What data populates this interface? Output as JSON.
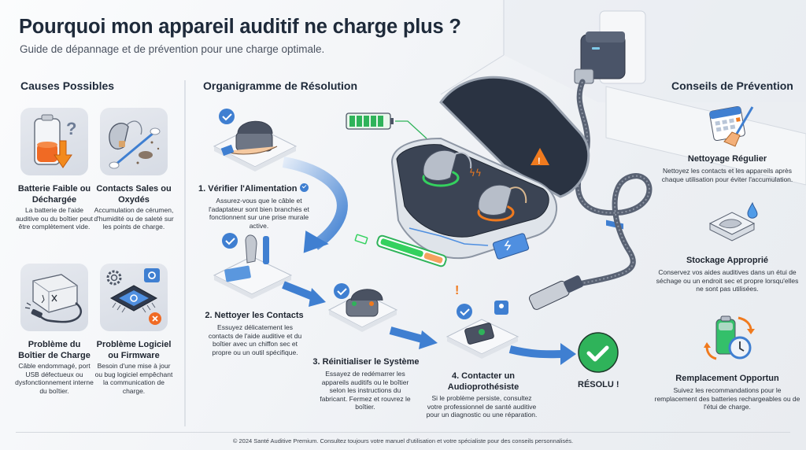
{
  "header": {
    "title": "Pourquoi mon appareil auditif ne charge plus ?",
    "subtitle": "Guide de dépannage et de prévention pour une charge optimale."
  },
  "causes": {
    "heading": "Causes Possibles",
    "items": [
      {
        "icon": "low-battery-icon",
        "title": "Batterie Faible ou Déchargée",
        "description": "La batterie de l'aide auditive ou du boîtier peut être complètement vide."
      },
      {
        "icon": "dirty-contacts-icon",
        "title": "Contacts Sales ou Oxydés",
        "description": "Accumulation de cérumen, d'humidité ou de saleté sur les points de charge."
      },
      {
        "icon": "charging-case-cable-icon",
        "title": "Problème du Boîtier de Charge",
        "description": "Câble endommagé, port USB défectueux ou dysfonctionnement interne du boîtier."
      },
      {
        "icon": "firmware-chip-icon",
        "title": "Problème Logiciel ou Firmware",
        "description": "Besoin d'une mise à jour ou bug logiciel empêchant la communication de charge."
      }
    ]
  },
  "flowchart": {
    "heading": "Organigramme de Résolution",
    "steps": [
      {
        "number": "1",
        "title": "1. Vérifier l'Alimentation",
        "description": "Assurez-vous que le câble et l'adaptateur sont bien branchés et fonctionnent sur une prise murale active."
      },
      {
        "number": "2",
        "title": "2. Nettoyer les Contacts",
        "description": "Essuyez délicatement les contacts de l'aide auditive et du boîtier avec un chiffon sec et propre ou un outil spécifique."
      },
      {
        "number": "3",
        "title": "3. Réinitialiser le Système",
        "description": "Essayez de redémarrer les appareils auditifs ou le boîtier selon les instructions du fabricant. Fermez et rouvrez le boîtier."
      },
      {
        "number": "4",
        "title": "4. Contacter un Audioprothésiste",
        "description": "Si le problème persiste, consultez votre professionnel de santé auditive pour un diagnostic ou une réparation."
      }
    ],
    "result_label": "RÉSOLU !"
  },
  "prevention": {
    "heading": "Conseils de Prévention",
    "items": [
      {
        "icon": "calendar-broom-icon",
        "title": "Nettoyage Régulier",
        "description": "Nettoyez les contacts et les appareils après chaque utilisation pour éviter l'accumulation."
      },
      {
        "icon": "drying-case-icon",
        "title": "Stockage Approprié",
        "description": "Conservez vos aides auditives dans un étui de séchage ou un endroit sec et propre lorsqu'elles ne sont pas utilisées."
      },
      {
        "icon": "battery-clock-icon",
        "title": "Remplacement Opportun",
        "description": "Suivez les recommandations pour le remplacement des batteries rechargeables ou de l'étui de charge."
      }
    ]
  },
  "footer": {
    "text": "© 2024 Santé Auditive Premium. Consultez toujours votre manuel d'utilisation et votre spécialiste pour des conseils personnalisés."
  },
  "colors": {
    "title": "#1e2a3a",
    "accent_blue": "#3f7fd1",
    "success_green": "#2fb35a",
    "warning_orange": "#f07a1e"
  }
}
